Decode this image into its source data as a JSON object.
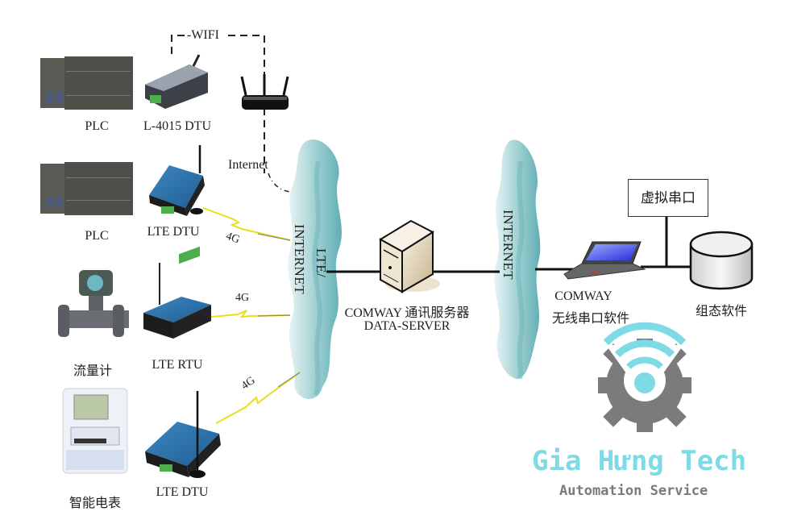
{
  "diagram": {
    "devices": [
      {
        "id": "plc1",
        "label": "PLC"
      },
      {
        "id": "dtu-wifi",
        "label": "L-4015 DTU"
      },
      {
        "id": "plc2",
        "label": "PLC"
      },
      {
        "id": "dtu-lte1",
        "label": "LTE DTU"
      },
      {
        "id": "flowmeter",
        "label": "流量计"
      },
      {
        "id": "rtu-lte",
        "label": "LTE RTU"
      },
      {
        "id": "smart-meter",
        "label": "智能电表"
      },
      {
        "id": "dtu-lte2",
        "label": "LTE DTU"
      }
    ],
    "links": {
      "wifi_label": "-WIFI",
      "internet_label": "Internet",
      "cellular_labels": [
        "4G",
        "4G",
        "4G"
      ]
    },
    "clouds": {
      "left_main": "INTERNET",
      "left_sub": "LTE/",
      "right": "INTERNET"
    },
    "server": {
      "line1": "COMWAY 通讯服务器",
      "line2": "DATA-SERVER"
    },
    "client": {
      "laptop_line1": "COMWAY",
      "laptop_line2": "无线串口软件",
      "virtual_port": "虚拟串口",
      "scada": "组态软件"
    },
    "colors": {
      "cloud": "#6fb8bd",
      "lightning": "#f2ea2a",
      "logo_accent": "#7edbe5",
      "logo_gear": "#7b7b7b"
    }
  },
  "logo": {
    "title": "Gia Hưng Tech",
    "subtitle": "Automation Service"
  }
}
